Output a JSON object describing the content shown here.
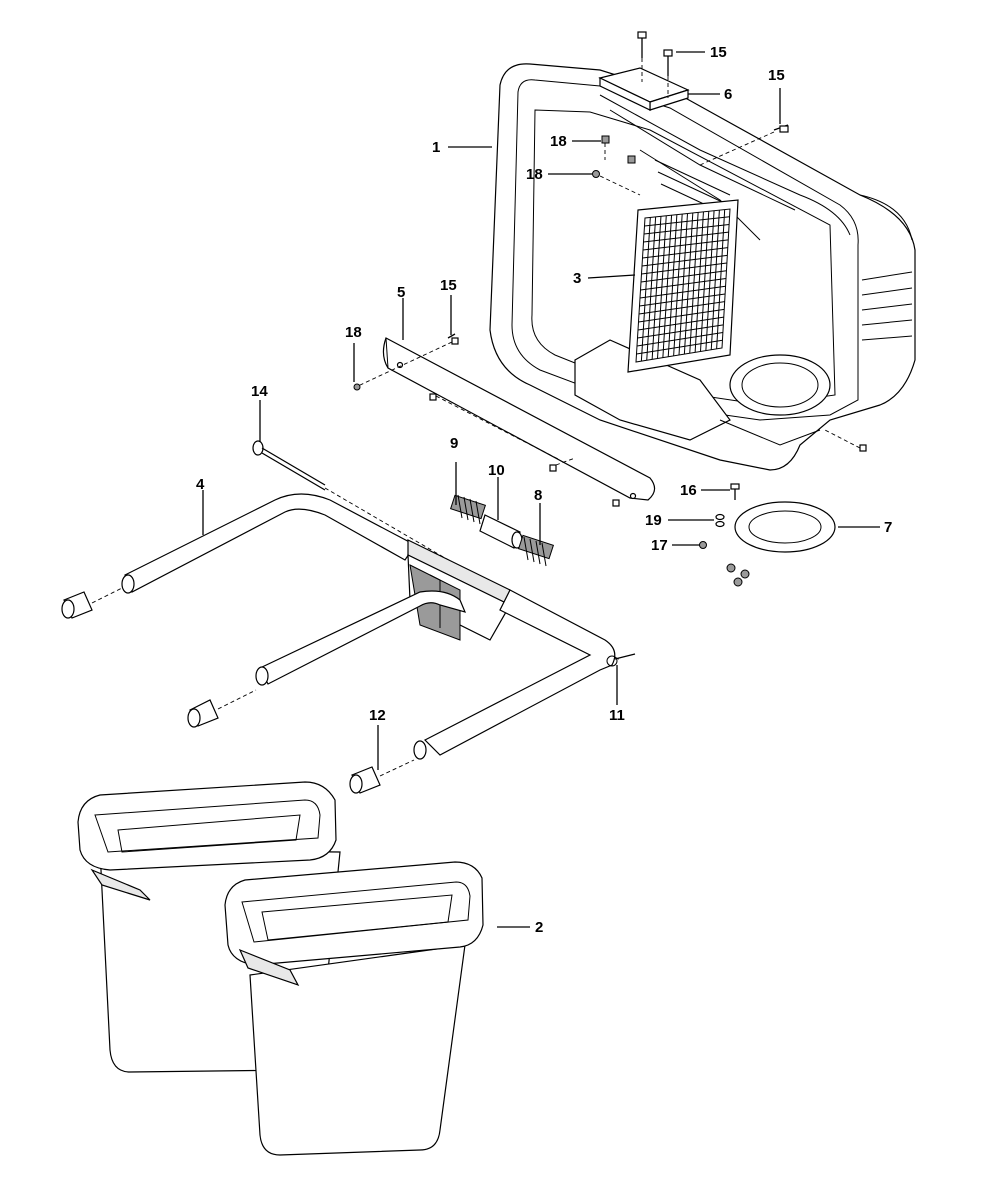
{
  "labels": {
    "l1": "1",
    "l2": "2",
    "l3": "3",
    "l4": "4",
    "l5": "5",
    "l6": "6",
    "l7": "7",
    "l8": "8",
    "l9": "9",
    "l10": "10",
    "l11": "11",
    "l12": "12",
    "l14": "14",
    "l15a": "15",
    "l15b": "15",
    "l15c": "15",
    "l16": "16",
    "l17": "17",
    "l18a": "18",
    "l18b": "18",
    "l18c": "18",
    "l19": "19"
  }
}
